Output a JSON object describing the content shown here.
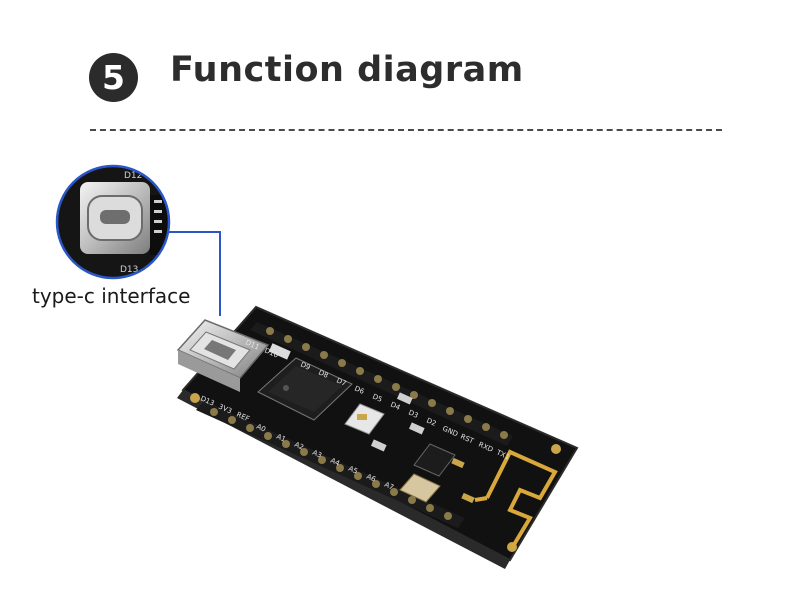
{
  "header": {
    "step_number": "5",
    "title": "Function diagram"
  },
  "callout": {
    "label": "type-c interface"
  },
  "board": {
    "pin_labels_top": [
      "D11",
      "D10",
      "D9",
      "D8",
      "D7",
      "D6",
      "D5",
      "D4",
      "D3",
      "D2",
      "GND",
      "RST",
      "RXD",
      "TX1"
    ],
    "pin_labels_bottom": [
      "D13",
      "3V3",
      "REF",
      "A0",
      "A1",
      "A2",
      "A3",
      "A4",
      "A5",
      "A6",
      "A7"
    ],
    "zoom_labels": [
      "D12",
      "D13"
    ]
  },
  "colors": {
    "badge": "#2b2b2b",
    "title": "#2d2d2d",
    "callout_ring": "#2a56c6",
    "pcb": "#121212",
    "antenna": "#d9a83a",
    "pins": "#c9a64a"
  }
}
